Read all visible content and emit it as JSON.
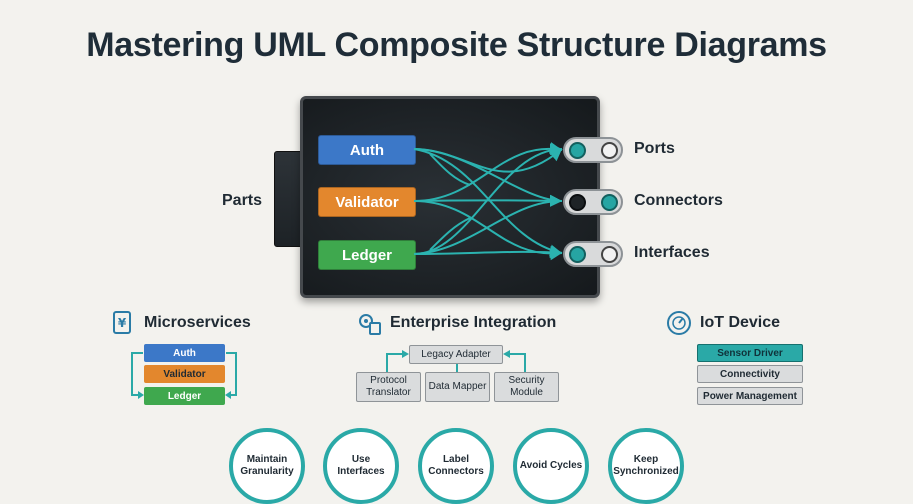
{
  "title": "Mastering UML Composite Structure Diagrams",
  "diagram": {
    "parts_label": "Parts",
    "parts": [
      "Auth",
      "Validator",
      "Ledger"
    ],
    "right_labels": [
      "Ports",
      "Connectors",
      "Interfaces"
    ]
  },
  "sections": {
    "microservices": {
      "title": "Microservices",
      "items": [
        "Auth",
        "Validator",
        "Ledger"
      ]
    },
    "enterprise": {
      "title": "Enterprise Integration",
      "top": "Legacy Adapter",
      "children": [
        "Protocol Translator",
        "Data Mapper",
        "Security Module"
      ]
    },
    "iot": {
      "title": "IoT Device",
      "items": [
        "Sensor Driver",
        "Connectivity",
        "Power Management"
      ]
    }
  },
  "principles": [
    "Maintain Granularity",
    "Use Interfaces",
    "Label Connectors",
    "Avoid Cycles",
    "Keep Synchronized"
  ],
  "colors": {
    "blue": "#3c78c8",
    "orange": "#e3872d",
    "green": "#3fa84e",
    "teal": "#2aa9a7"
  },
  "icons": [
    "yen-document-icon",
    "gear-document-icon",
    "gauge-icon"
  ]
}
